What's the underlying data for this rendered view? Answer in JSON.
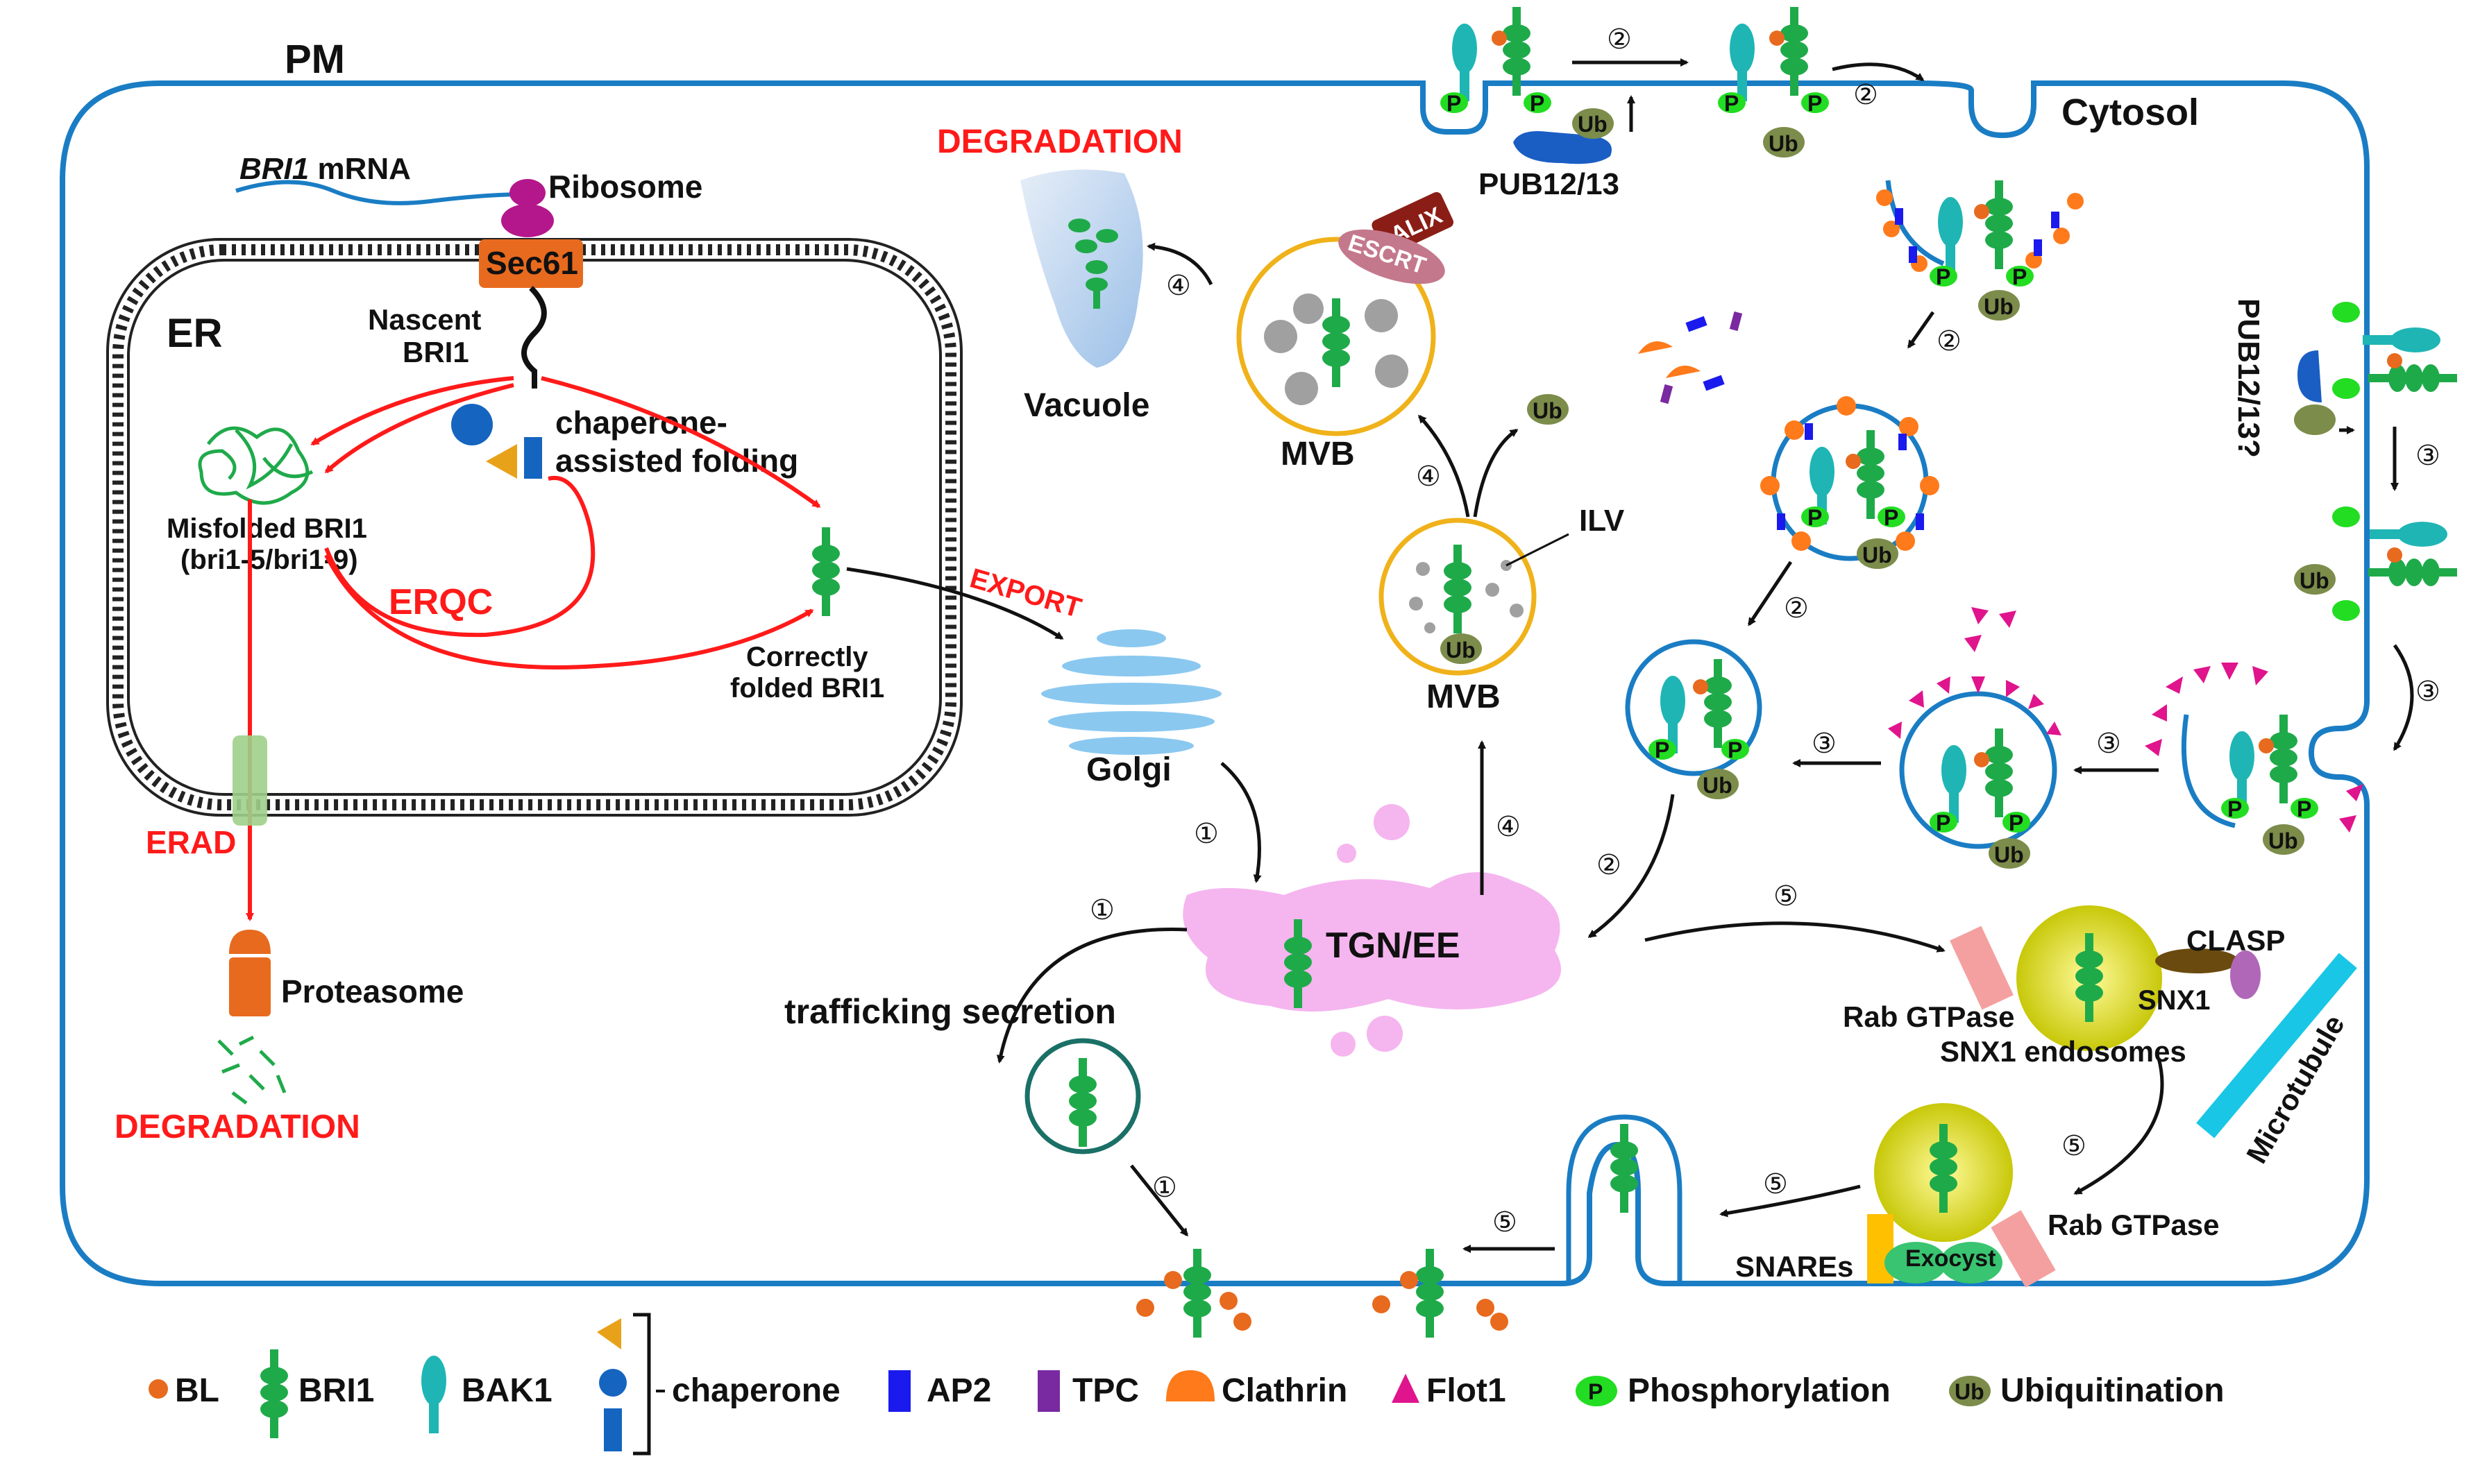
{
  "compartments": {
    "pm": "PM",
    "cytosol": "Cytosol",
    "er": "ER",
    "golgi": "Golgi",
    "tgn": "TGN/EE",
    "vacuole": "Vacuole",
    "mvb_top": "MVB",
    "mvb_mid": "MVB",
    "ilv": "ILV"
  },
  "er_labels": {
    "mrna_gene": "BRI1",
    "mrna_suffix": " mRNA",
    "ribosome": "Ribosome",
    "sec61": "Sec61",
    "nascent_1": "Nascent",
    "nascent_2": "BRI1",
    "chaperone_1": "chaperone-",
    "chaperone_2": "assisted folding",
    "misfolded_1": "Misfolded BRI1",
    "misfolded_2": "(bri1-5/bri1-9)",
    "erqc": "ERQC",
    "correct_1": "Correctly",
    "correct_2": "folded BRI1",
    "erad": "ERAD",
    "proteasome": "Proteasome",
    "degradation_left": "DEGRADATION",
    "export": "EXPORT",
    "degradation_top": "DEGRADATION"
  },
  "pathway_labels": {
    "alix": "ALIX",
    "escrt": "ESCRT",
    "pub_top": "PUB12/13",
    "pub_side": "PUB12/13?",
    "trafficking": "trafficking secretion",
    "clasp": "CLASP",
    "snx1": "SNX1",
    "rab1": "Rab GTPase",
    "snx1_endo": "SNX1 endosomes",
    "microtubule": "Microtubule",
    "rab2": "Rab GTPase",
    "snares": "SNAREs",
    "exocyst": "Exocyst"
  },
  "markers": {
    "p": "P",
    "ub": "Ub"
  },
  "steps": {
    "one": "①",
    "two": "②",
    "three": "③",
    "four": "④",
    "five": "⑤"
  },
  "legend": {
    "bl": "BL",
    "bri1": "BRI1",
    "bak1": "BAK1",
    "chaperone": "chaperone",
    "ap2": "AP2",
    "tpc": "TPC",
    "clathrin": "Clathrin",
    "flot1": "Flot1",
    "p": "P",
    "phosphorylation": "Phosphorylation",
    "ub": "Ub",
    "ubiquitination": "Ubiquitination"
  },
  "colors": {
    "membrane": "#1a7dc4",
    "bri1": "#1faa4a",
    "bak1": "#1fb5b5",
    "bl": "#e86a1e",
    "erqc": "#ff1a1a",
    "phospho": "#22dd22",
    "ub": "#7c8c4a",
    "ap2": "#1a1aee",
    "tpc": "#7a2aa0",
    "clathrin": "#ff7a1a",
    "flot1": "#e0148c",
    "tgn": "#f5b5ef",
    "snx1_endosome": "#d4d40a",
    "microtubule": "#19c6e6"
  }
}
